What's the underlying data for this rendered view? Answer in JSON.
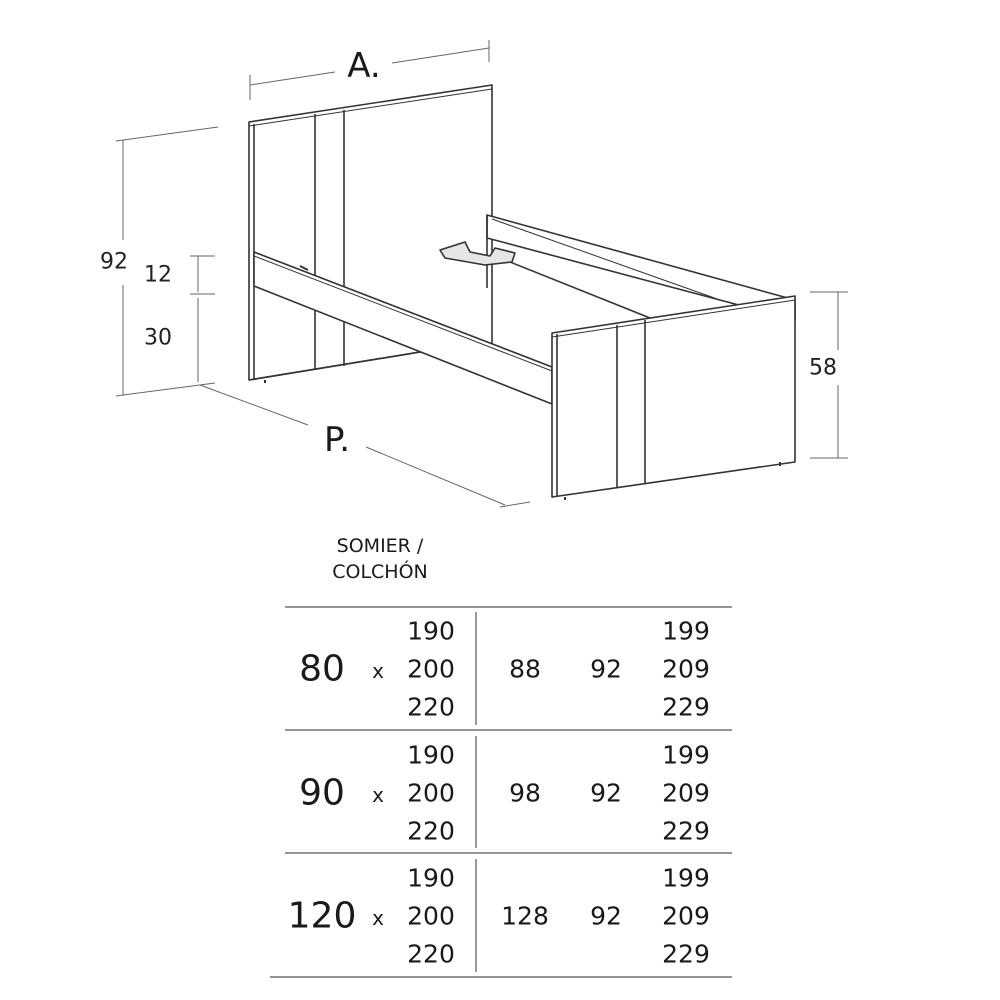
{
  "drawing": {
    "width_label": "A.",
    "depth_label": "P.",
    "total_height": "92",
    "mattress_offset": "12",
    "base_height": "30",
    "footboard_height": "58"
  },
  "table": {
    "header": [
      "SOMIER /",
      "COLCHÓN"
    ],
    "rows": [
      {
        "width": "80",
        "x": "x",
        "lengths": [
          "190",
          "200",
          "220"
        ],
        "a": "88",
        "h": "92",
        "p": [
          "199",
          "209",
          "229"
        ]
      },
      {
        "width": "90",
        "x": "x",
        "lengths": [
          "190",
          "200",
          "220"
        ],
        "a": "98",
        "h": "92",
        "p": [
          "199",
          "209",
          "229"
        ]
      },
      {
        "width": "120",
        "x": "x",
        "lengths": [
          "190",
          "200",
          "220"
        ],
        "a": "128",
        "h": "92",
        "p": [
          "199",
          "209",
          "229"
        ]
      }
    ]
  }
}
